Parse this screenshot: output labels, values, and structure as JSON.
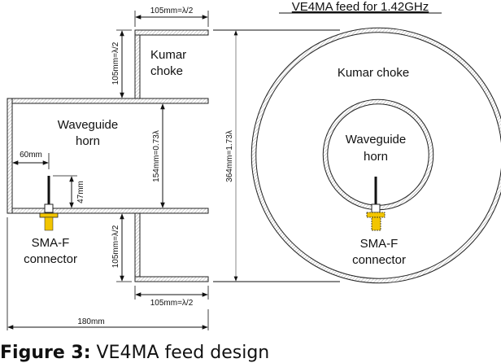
{
  "title": "VE4MA feed for 1.42GHz",
  "side_view": {
    "choke_label_line1": "Kumar",
    "choke_label_line2": "choke",
    "horn_label_line1": "Waveguide",
    "horn_label_line2": "horn",
    "connector_label_line1": "SMA-F",
    "connector_label_line2": "connector",
    "dim_choke_width_top": "105mm=λ/2",
    "dim_choke_width_bottom": "105mm=λ/2",
    "dim_choke_depth_top": "105mm=λ/2",
    "dim_choke_depth_bottom": "105mm=λ/2",
    "dim_horn_diameter": "154mm=0.73λ",
    "dim_choke_diameter": "364mm=1.73λ",
    "dim_probe_offset": "60mm",
    "dim_probe_height": "47mm",
    "dim_total_length": "180mm"
  },
  "front_view": {
    "choke_label": "Kumar choke",
    "horn_label_line1": "Waveguide",
    "horn_label_line2": "horn",
    "connector_label_line1": "SMA-F",
    "connector_label_line2": "connector"
  },
  "caption": {
    "prefix": "Figure 3:",
    "text": " VE4MA feed design"
  },
  "colors": {
    "connector": "#f2c500",
    "wall": "#222222",
    "hatch": "#b0b0b0"
  }
}
